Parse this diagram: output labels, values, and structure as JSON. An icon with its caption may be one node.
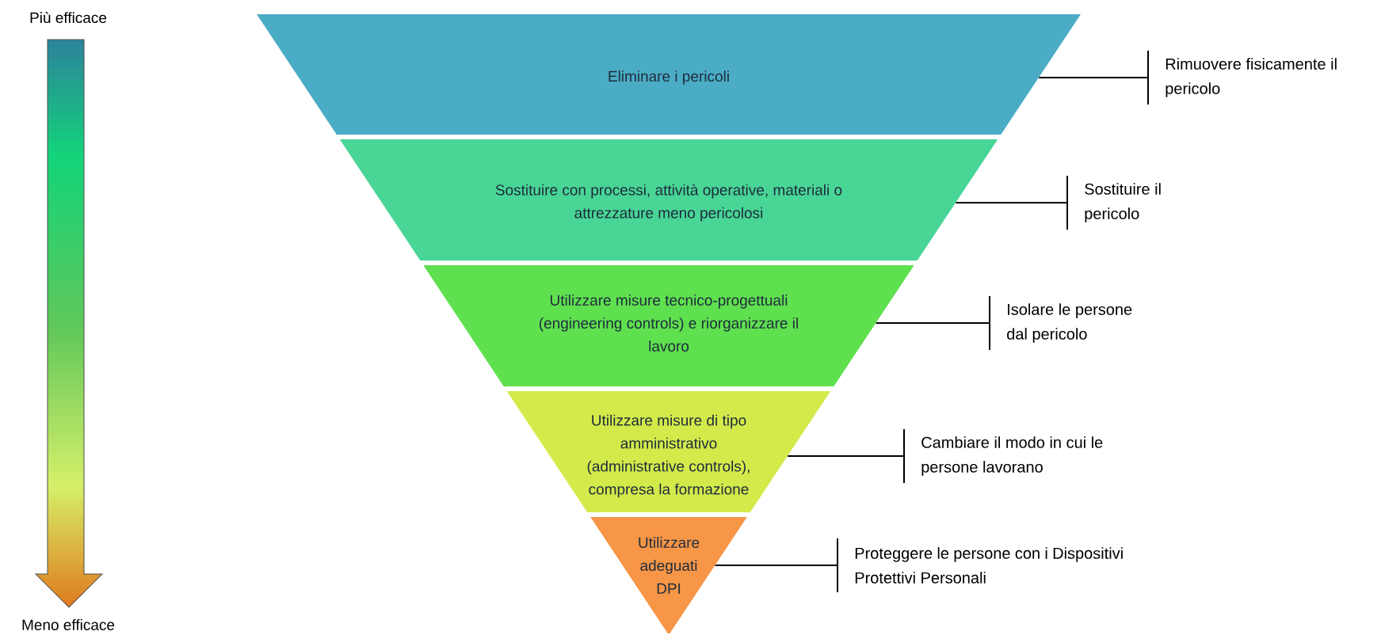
{
  "diagram": {
    "nodes": [
      {
        "text": [
          "Eliminare i pericoli"
        ]
      },
      {
        "text": [
          "Sostituire con processi, attività operative, materiali o attrezzature meno pericolosi"
        ]
      },
      {
        "text": [
          "Utilizzare misure tecnico-progettuali (engineering controls) e riorganizzare il lavoro"
        ]
      },
      {
        "text": [
          "Utilizzare misure di tipo amministrativo (administrative controls), compresa la formazione"
        ]
      },
      {
        "text": [
          "Utilizzare adeguati DPI"
        ]
      },
      {
        "text": [
          "Rimuovere fisicamente il pericolo"
        ]
      },
      {
        "text": [
          "Sostituire il pericolo"
        ]
      },
      {
        "text": [
          "Isolare le persone dal pericolo"
        ]
      },
      {
        "text": [
          "Cambiare il modo in cui le persone lavorano"
        ]
      },
      {
        "text": [
          "Proteggere le persone con i Dispositivi Protettivi Personali"
        ]
      }
    ],
    "edges": [
      {
        "from": 0,
        "to": 5,
        "arrow": "none"
      },
      {
        "from": 1,
        "to": 6,
        "arrow": "none"
      },
      {
        "from": 2,
        "to": 7,
        "arrow": "none"
      },
      {
        "from": 3,
        "to": 8,
        "arrow": "none"
      },
      {
        "from": 4,
        "to": 9,
        "arrow": "none"
      }
    ],
    "labels": [
      "Più efficace",
      "Meno efficace"
    ]
  }
}
